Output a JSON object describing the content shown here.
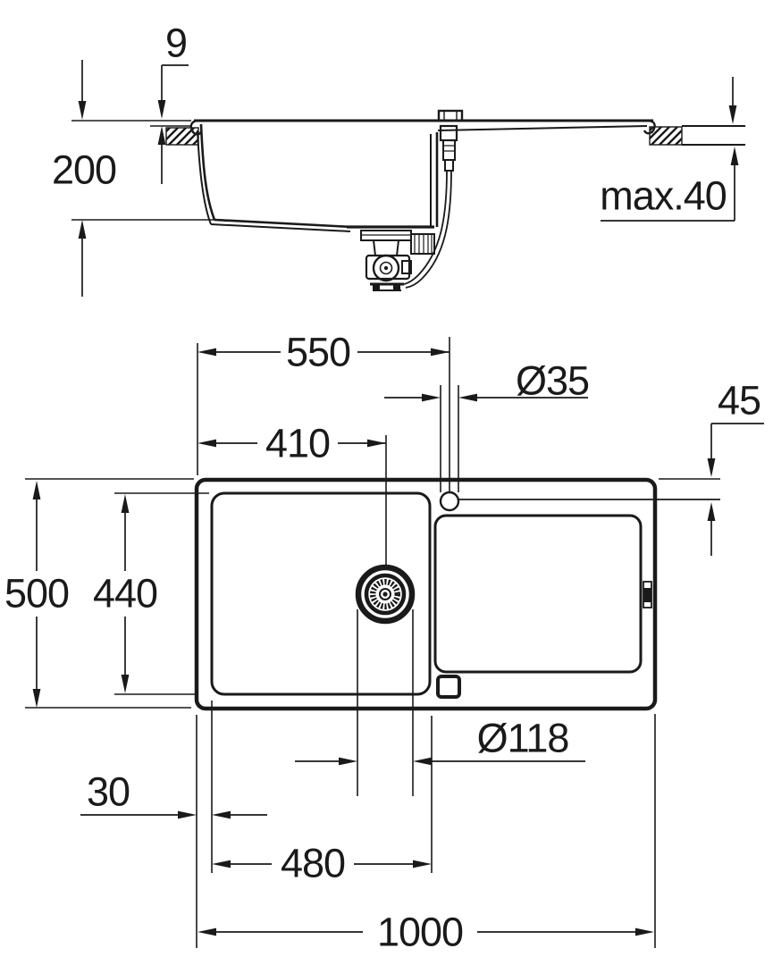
{
  "drawing_meta": {
    "title": "Kitchen sink with drainer — installation dimension drawing",
    "views": [
      "front section view",
      "top plan view"
    ],
    "units": "mm",
    "line_color": "#1a1a1a",
    "background_color": "#ffffff"
  },
  "section_view": {
    "dimensions": {
      "rim_height_above_counter": "9",
      "bowl_depth": "200",
      "max_countertop_thickness": "max.40"
    }
  },
  "plan_view": {
    "dimensions": {
      "tap_hole_center_from_left_edge": "550",
      "tap_hole_diameter": "Ø35",
      "tap_hole_center_from_rear_edge": "45",
      "drain_center_from_left_edge": "410",
      "overall_depth": "500",
      "bowl_inner_depth": "440",
      "drain_flange_diameter": "Ø118",
      "left_edge_to_bowl": "30",
      "bowl_inner_width": "480",
      "overall_width": "1000"
    }
  }
}
